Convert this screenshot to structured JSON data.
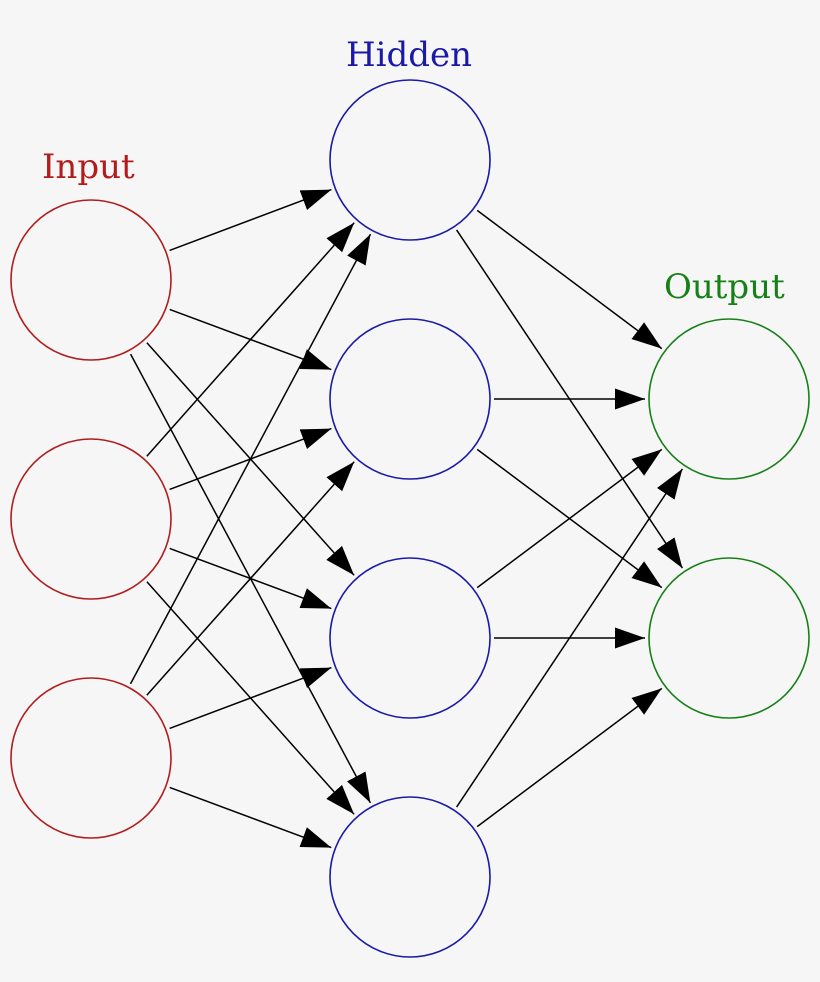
{
  "layers": {
    "input": {
      "label": "Input",
      "color": "#b11d1d",
      "count": 3
    },
    "hidden": {
      "label": "Hidden",
      "color": "#1a1aa6",
      "count": 4
    },
    "output": {
      "label": "Output",
      "color": "#178017",
      "count": 2
    }
  },
  "edge_color": "#000000"
}
